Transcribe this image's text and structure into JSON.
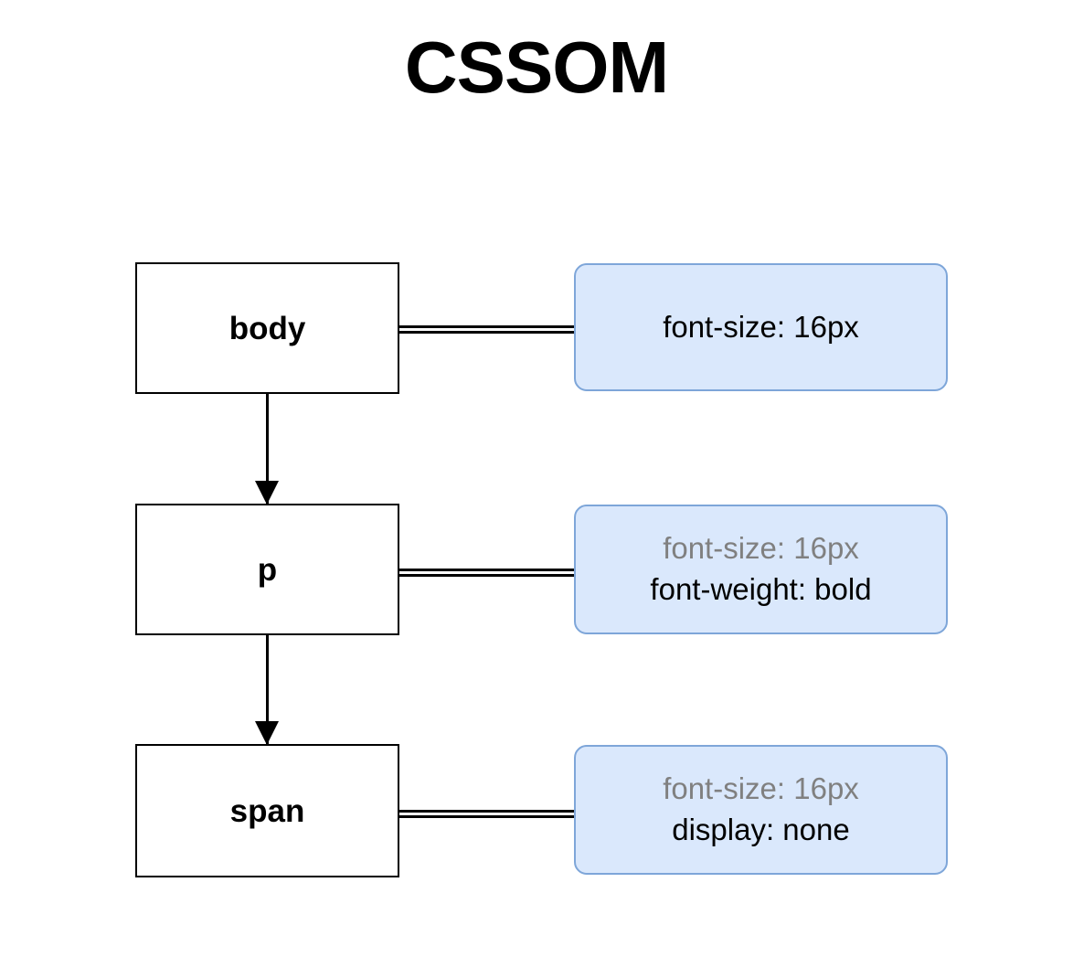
{
  "title": "CSSOM",
  "colors": {
    "node_border": "#000000",
    "node_fill": "#ffffff",
    "style_fill": "#dae8fc",
    "style_border": "#7ea6d9",
    "inherited_text": "#808080",
    "own_text": "#000000",
    "connector": "#000000"
  },
  "nodes": [
    {
      "label": "body"
    },
    {
      "label": "p"
    },
    {
      "label": "span"
    }
  ],
  "style_boxes": [
    {
      "for_node": "body",
      "declarations": [
        {
          "text": "font-size: 16px",
          "inherited": false
        }
      ]
    },
    {
      "for_node": "p",
      "declarations": [
        {
          "text": "font-size: 16px",
          "inherited": true
        },
        {
          "text": "font-weight: bold",
          "inherited": false
        }
      ]
    },
    {
      "for_node": "span",
      "declarations": [
        {
          "text": "font-size: 16px",
          "inherited": true
        },
        {
          "text": "display: none",
          "inherited": false
        }
      ]
    }
  ],
  "connectors": {
    "body_to_p": "arrow-down",
    "p_to_span": "arrow-down",
    "body_to_style": "double-line",
    "p_to_style": "double-line",
    "span_to_style": "double-line"
  }
}
